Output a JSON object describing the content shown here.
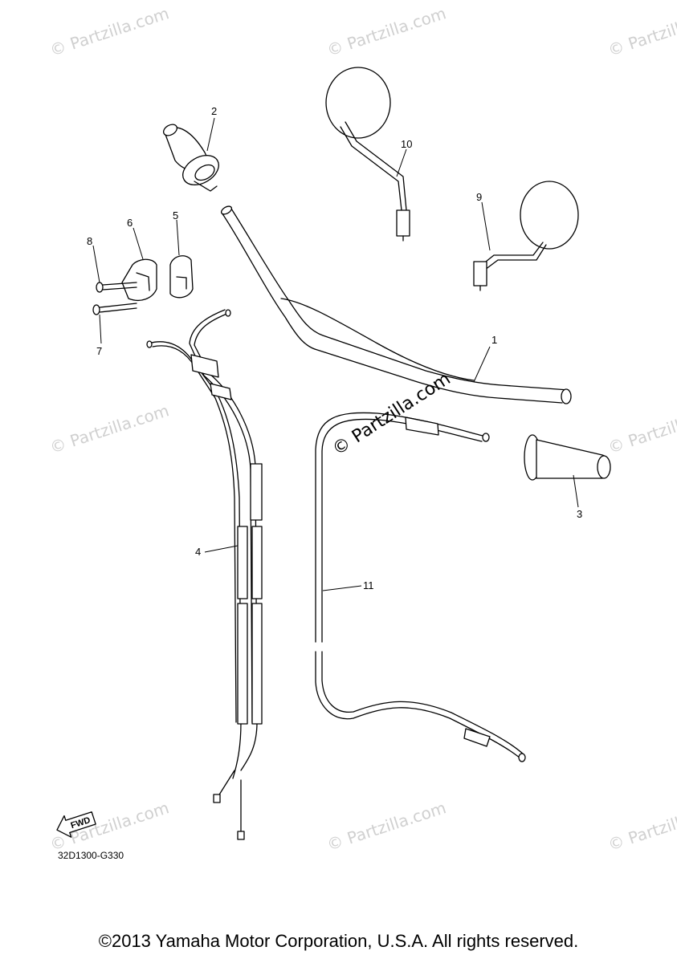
{
  "watermark": {
    "text": "© Partzilla.com"
  },
  "center_watermark": {
    "text": "© Partzilla.com"
  },
  "diagram_code": "32D1300-G330",
  "forward_arrow": {
    "label": "FWD"
  },
  "callouts": [
    {
      "id": "1",
      "label": "1"
    },
    {
      "id": "2",
      "label": "2"
    },
    {
      "id": "3",
      "label": "3"
    },
    {
      "id": "4",
      "label": "4"
    },
    {
      "id": "5",
      "label": "5"
    },
    {
      "id": "6",
      "label": "6"
    },
    {
      "id": "7",
      "label": "7"
    },
    {
      "id": "8",
      "label": "8"
    },
    {
      "id": "9",
      "label": "9"
    },
    {
      "id": "10",
      "label": "10"
    },
    {
      "id": "11",
      "label": "11"
    }
  ],
  "footer": {
    "copyright": "©2013 Yamaha Motor Corporation, U.S.A. All rights reserved."
  }
}
